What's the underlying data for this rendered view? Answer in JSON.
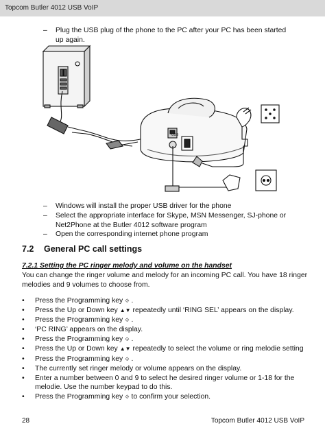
{
  "header": {
    "title": "Topcom Butler 4012 USB VoIP"
  },
  "intro_step": {
    "dash": "–",
    "text": "Plug the USB plug of the phone to the PC after your PC has been started up again."
  },
  "after_steps": [
    {
      "dash": "–",
      "text": "Windows will install the proper USB driver for the phone"
    },
    {
      "dash": "–",
      "text": "Select the appropriate interface for Skype, MSN Messenger, SJ-phone or Net2Phone at the Butler 4012 software program"
    },
    {
      "dash": "–",
      "text": "Open the corresponding internet phone program"
    }
  ],
  "section": {
    "number": "7.2",
    "title": "General PC call settings"
  },
  "subsection": {
    "title": "7.2.1 Setting the PC ringer melody and volume on the handset"
  },
  "paragraph": "You can change the ringer volume and melody for an incoming PC call. You have 18 ringer melodies and 9 volumes to choose from.",
  "bullets": [
    {
      "bullet": "•",
      "pre": "Press the Programming key",
      "key": "⟐",
      "post": "."
    },
    {
      "bullet": "•",
      "pre": "Press the Up or Down key",
      "key": "▲▼",
      "post": "repeatedly until ‘RING SEL’ appears on the display."
    },
    {
      "bullet": "•",
      "pre": "Press the Programming key",
      "key": "⟐",
      "post": "."
    },
    {
      "bullet": "•",
      "pre": "‘PC RING’ appears on the display.",
      "key": "",
      "post": ""
    },
    {
      "bullet": "•",
      "pre": "Press the Programming key",
      "key": "⟐",
      "post": "."
    },
    {
      "bullet": "•",
      "pre": "Press the Up or Down key",
      "key": "▲▼",
      "post": "repeatedly to select the volume or ring melodie setting"
    },
    {
      "bullet": "•",
      "pre": "Press the Programming key",
      "key": "⟐",
      "post": "."
    },
    {
      "bullet": "•",
      "pre": "The currently set ringer melody or volume appears on the display.",
      "key": "",
      "post": ""
    },
    {
      "bullet": "•",
      "pre": "Enter a number between 0 and 9 to select he desired ringer volume or 1-18 for the melodie. Use the number keypad to do this.",
      "key": "",
      "post": ""
    },
    {
      "bullet": "•",
      "pre": "Press the Programming key",
      "key": "⟐",
      "post": "to confirm your selection."
    }
  ],
  "footer": {
    "page_number": "28",
    "title": "Topcom Butler 4012 USB VoIP"
  },
  "illustration": {
    "usb_label": "USB"
  }
}
